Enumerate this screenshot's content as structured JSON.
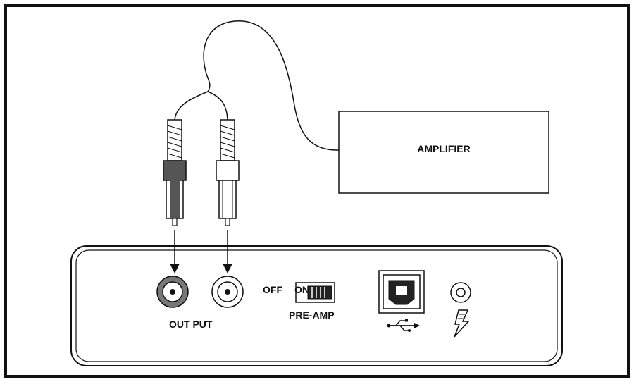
{
  "amplifier": {
    "label": "AMPLIFIER"
  },
  "output": {
    "label": "OUT PUT"
  },
  "preamp_switch": {
    "off_label": "OFF",
    "on_label": "ON",
    "label": "PRE-AMP"
  },
  "icons": {
    "usb_port": "usb-b-port-icon",
    "usb_symbol": "usb-symbol-icon",
    "power_jack": "dc-power-jack-icon",
    "power_symbol": "lightning-bolt-icon"
  },
  "colors": {
    "line": "#111111",
    "background": "#ffffff",
    "dark_plug": "#555555"
  }
}
